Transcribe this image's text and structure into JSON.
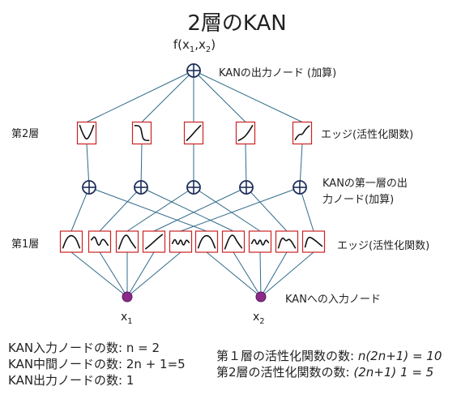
{
  "title": "2層のKAN",
  "output_label": "f(x",
  "output_label_sub1": "1",
  "output_label_mid": ",x",
  "output_label_sub2": "2",
  "output_label_end": ")",
  "output_node_note": "KANの出力ノード (加算)",
  "layer2_label": "第2層",
  "layer2_edges_note": "エッジ(活性化関数)",
  "hidden_nodes_note_line1": "KANの第一層の出",
  "hidden_nodes_note_line2": "力ノード(加算)",
  "layer1_label": "第1層",
  "layer1_edges_note": "エッジ(活性化関数)",
  "input_nodes_note": "KANへの入力ノード",
  "input_labels": [
    "x",
    "x"
  ],
  "input_subs": [
    "1",
    "2"
  ],
  "stats_left": [
    "KAN入力ノードの数: n = 2",
    "KAN中間ノードの数: 2n + 1=5",
    "KAN出力ノードの数: 1"
  ],
  "stats_right_line1_text": "第１層の活性化関数の数: ",
  "stats_right_line1_formula": "n(2n+1) = 10",
  "stats_right_line2_text": "第2層の活性化関数の数: ",
  "stats_right_line2_formula": "(2n+1) 1  = 5",
  "colors": {
    "edge_line": "#2f6a8a",
    "node_outline": "#1e2f5a",
    "box_border": "#cc2222",
    "curve": "#111111",
    "input_node": "#8b2a8b"
  },
  "icons": {
    "sum_node": "circled-plus-icon",
    "input_node": "filled-circle-icon"
  }
}
